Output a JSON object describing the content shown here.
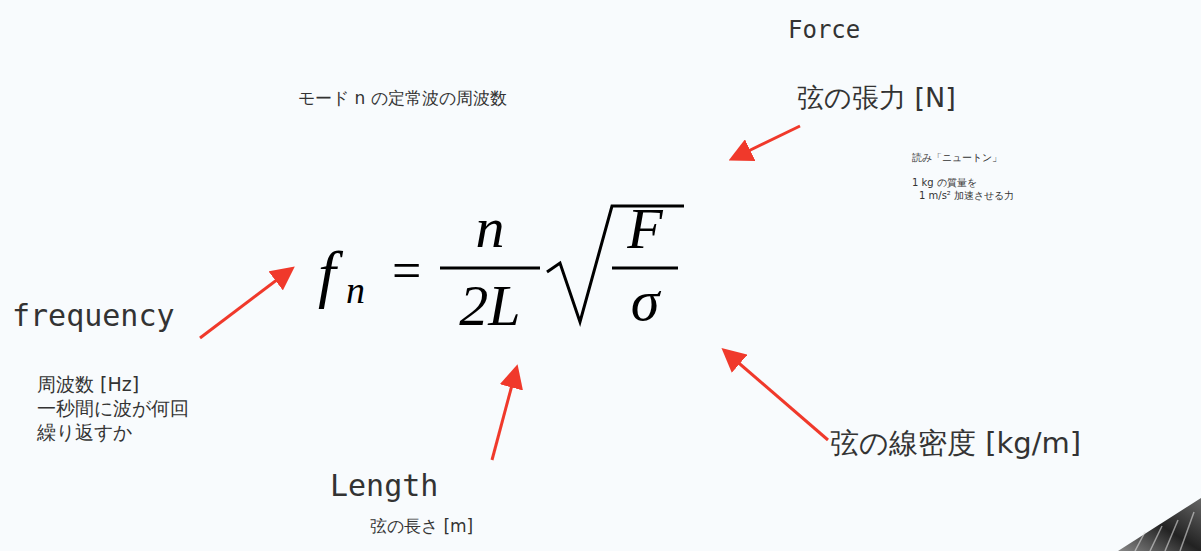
{
  "diagram": {
    "labels": [
      "Force",
      "モード n の定常波の周波数",
      "弦の張力 [N]",
      "読み「ニュートン」",
      "1 kg の質量を",
      "1 m/s² 加速させる力",
      "f",
      "n",
      "=",
      "n",
      "2L",
      "F",
      "σ",
      "frequency",
      "周波数 [Hz] 一秒間に波が何回 繰り返すか",
      "弦の線密度 [kg/m]",
      "Length",
      "弦の長さ [m]"
    ]
  }
}
